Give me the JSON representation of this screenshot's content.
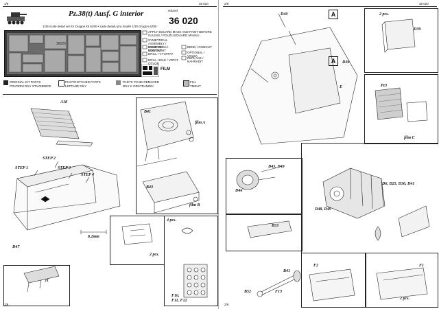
{
  "left_page": {
    "page_no": "1/8",
    "page_no_right": "36 020",
    "title": "Pz.38(t) Ausf. G interior",
    "brand": "eduard",
    "catalog_no": "36 020",
    "subtitle": "1/35 scale detail set for Dragon kit 6290 • sada detailu pro model 1/35 Dragon 6290",
    "symbols": [
      "APPLY EDUARD MASK AND PAINT BEFORE GLUING / POUŽIJ EDUARD MASKU",
      "SYMETRICAL ASSEMBLY / SYMETRICKÁ MONTÁŽ",
      "REMOVE / ODSTRANIT",
      "DRILL / VYVRTAT",
      "BEND / OHNOUT",
      "OPTIONAL / VOLBA",
      "DRILL HOLE / VRTAT OTVOR",
      "REPLACE / NAHRADIT"
    ],
    "film_label": "FILM",
    "legend": [
      {
        "label": "ORIGINAL KIT PARTS",
        "sub": "POVODNÍ DÍLY STAVEBNICE"
      },
      {
        "label": "PHOTO-ETCHED PARTS",
        "sub": "LEPTANÉ DÍLY"
      },
      {
        "label": "PARTS TO BE REMOVED",
        "sub": "DÍLY K ODSTRANĚNÍ"
      },
      {
        "label": "FILL",
        "sub": "TMELIT"
      }
    ],
    "labels": {
      "a18": "A18",
      "b41": "B41",
      "film_a": "film A",
      "step1": "STEP 1",
      "step2": "STEP 2",
      "step3": "STEP 3",
      "step4": "STEP 4",
      "b43": "B43",
      "film_b": "film B",
      "d47": "D47",
      "dim": "8.2mm",
      "four_pcs": "4 pcs.",
      "two_pcs": "2 pcs.",
      "j1": "J1",
      "f10": "F10,",
      "f11": "F11, F12"
    },
    "footer": "1/8"
  },
  "right_page": {
    "page_no": "2/8",
    "page_no_right": "36 020",
    "labels": {
      "d40": "D40",
      "a_marker": "A",
      "d26": "D26",
      "two_pcs": "2 pcs.",
      "d39": "D39",
      "e": "E",
      "pz3": "Pz3",
      "film_c": "film C",
      "a_marker2": "A",
      "d45": "D45, D49",
      "d46": "D46",
      "d6": "D6, D25, D36, D41",
      "d48": "D48, D49",
      "b53": "B53",
      "b41": "B41",
      "b52": "B52",
      "f13": "F13",
      "f1": "F1",
      "f2": "F2",
      "two_pcs2": "2 pcs."
    },
    "footer": "2/8"
  }
}
